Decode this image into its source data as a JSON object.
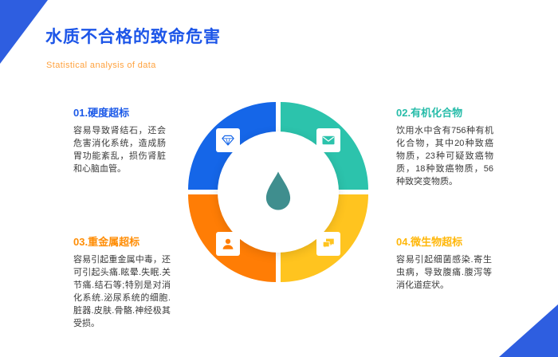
{
  "header": {
    "title": "水质不合格的致命危害",
    "subtitle": "Statistical analysis of data"
  },
  "sections": [
    {
      "id": "01",
      "heading": "01.硬度超标",
      "body": "容易导致肾结石，还会危害消化系统，造成肠胃功能紊乱，损伤肾脏和心脑血管。",
      "color": "#1c5ae8",
      "icon": "diamond-icon"
    },
    {
      "id": "02",
      "heading": "02.有机化合物",
      "body": "饮用水中含有756种有机化合物，其中20种致癌物质，23种可疑致癌物质，18种致癌物质，56种致突变物质。",
      "color": "#27bca9",
      "icon": "envelope-icon"
    },
    {
      "id": "03",
      "heading": "03.重金属超标",
      "body": "容易引起重金属中毒，还可引起头痛.眩晕.失眠.关节痛.结石等;特别是对消化系统.泌尿系统的细胞.脏器.皮肤.骨骼.神经极其受损。",
      "color": "#ff8d05",
      "icon": "person-icon"
    },
    {
      "id": "04",
      "heading": "04.微生物超标",
      "body": "容易引起细菌感染.寄生虫病，导致腹痛.腹泻等消化道症状。",
      "color": "#ffb70a",
      "icon": "chat-icon"
    }
  ],
  "diagram": {
    "quadrant_colors": {
      "top_left": "#1566e8",
      "top_right": "#2cc3ac",
      "bottom_left": "#ff7d05",
      "bottom_right": "#ffc41f"
    },
    "droplet_color": "#3f8e8e",
    "accent_color": "#2e5ee0"
  }
}
